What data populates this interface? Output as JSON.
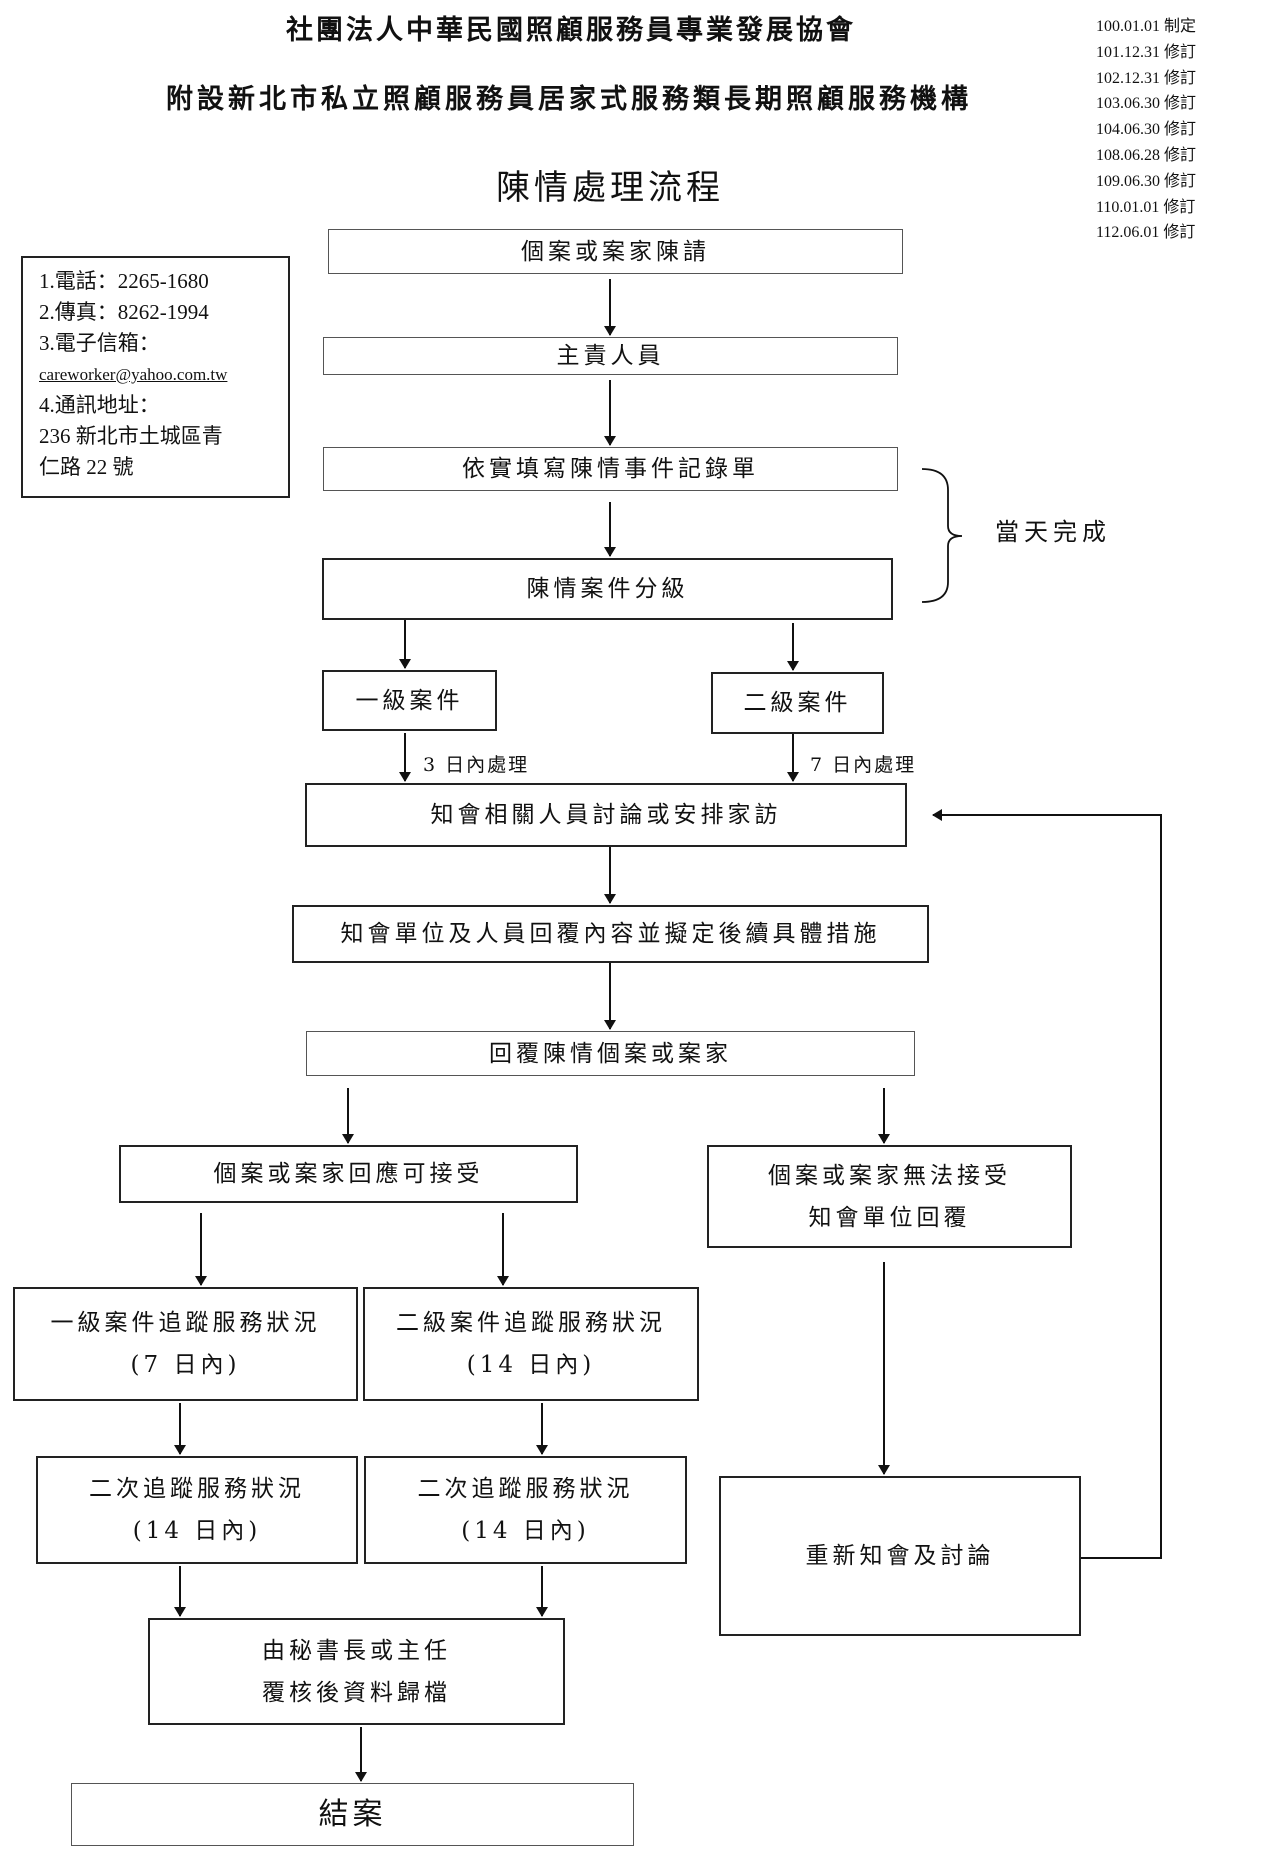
{
  "header": {
    "org_name": "社團法人中華民國照顧服務員專業發展協會",
    "facility_name": "附設新北市私立照顧服務員居家式服務類長期照顧服務機構",
    "revisions": [
      "100.01.01 制定",
      "101.12.31 修訂",
      "102.12.31 修訂",
      "103.06.30 修訂",
      "104.06.30 修訂",
      "108.06.28 修訂",
      "109.06.30 修訂",
      "110.01.01 修訂",
      "112.06.01 修訂"
    ]
  },
  "flow_title": "陳情處理流程",
  "contact": {
    "phone": "1.電話：2265-1680",
    "fax": "2.傳真：8262-1994",
    "email_label": "3.電子信箱：",
    "email": "careworker@yahoo.com.tw",
    "address_label": "4.通訊地址：",
    "address_line1": "236 新北市土城區青",
    "address_line2": "仁路 22 號"
  },
  "steps": {
    "petition": "個案或案家陳請",
    "responsible": "主責人員",
    "record": "依實填寫陳情事件記錄單",
    "classify": "陳情案件分級",
    "level1": "一級案件",
    "level2": "二級案件",
    "notify_discuss": "知會相關人員討論或安排家訪",
    "reply_measures": "知會單位及人員回覆內容並擬定後續具體措施",
    "reply_petitioner": "回覆陳情個案或案家",
    "accepted": "個案或案家回應可接受",
    "rejected_line1": "個案或案家無法接受",
    "rejected_line2": "知會單位回覆",
    "track1_line1": "一級案件追蹤服務狀況",
    "track1_line2": "(7 日內)",
    "track2_line1": "二級案件追蹤服務狀況",
    "track2_line2": "(14 日內)",
    "second1_line1": "二次追蹤服務狀況",
    "second1_line2": "(14 日內)",
    "second2_line1": "二次追蹤服務狀況",
    "second2_line2": "(14 日內)",
    "rediscuss": "重新知會及討論",
    "archive_line1": "由秘書長或主任",
    "archive_line2": "覆核後資料歸檔",
    "close": "結案"
  },
  "annotations": {
    "same_day": "當天完成",
    "level1_deadline": "3 日內處理",
    "level2_deadline": "7 日內處理"
  }
}
